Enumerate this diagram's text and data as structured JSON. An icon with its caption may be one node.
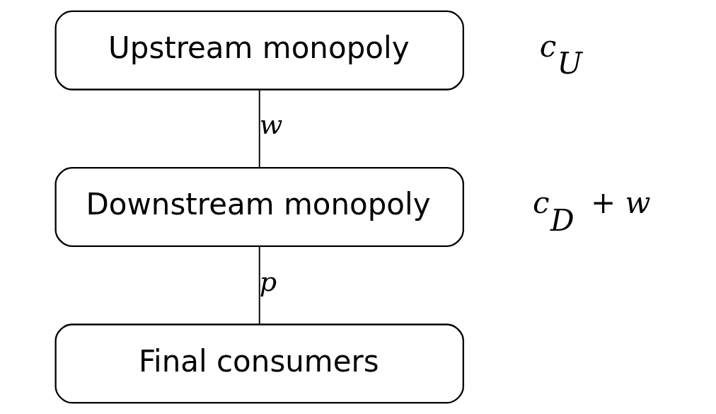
{
  "diagram": {
    "nodes": [
      {
        "text": [
          "Upstream monopoly"
        ],
        "beside": [
          "c$_{U}$"
        ]
      },
      {
        "text": [
          "Downstream monopoly"
        ],
        "beside": [
          "c$_{D}$ + w"
        ]
      },
      {
        "text": [
          "Final consumers"
        ]
      }
    ],
    "edges": [
      {
        "from": 0,
        "to": 1,
        "arrow": "none",
        "label": "w"
      },
      {
        "from": 1,
        "to": 2,
        "arrow": "none",
        "label": "p"
      }
    ]
  }
}
